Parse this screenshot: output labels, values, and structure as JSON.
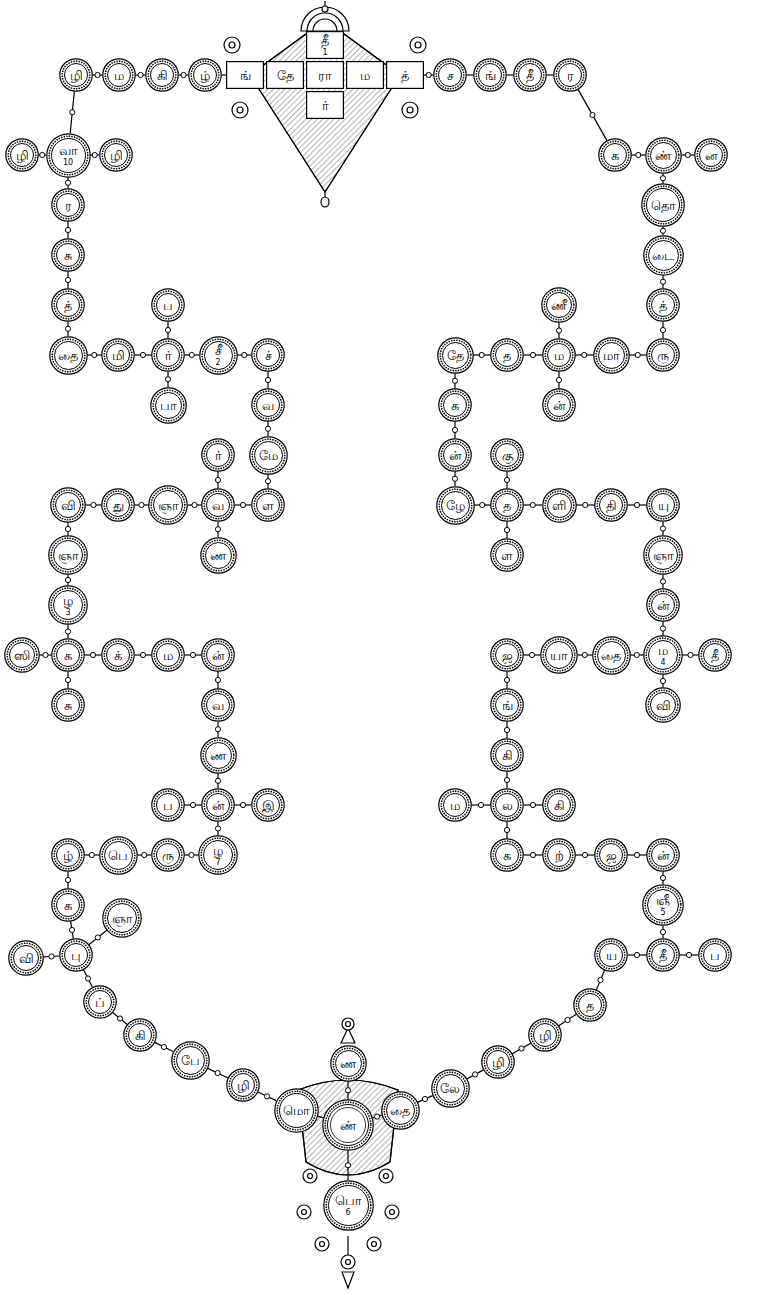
{
  "diagram": {
    "nodes": [
      {
        "text": [
          "ழி"
        ]
      },
      {
        "text": [
          "ம"
        ]
      },
      {
        "text": [
          "கி"
        ]
      },
      {
        "text": [
          "ழ்"
        ]
      },
      {
        "text": [
          "தீ",
          "1"
        ]
      },
      {
        "text": [
          "ங்"
        ]
      },
      {
        "text": [
          "தே"
        ]
      },
      {
        "text": [
          "ரா"
        ]
      },
      {
        "text": [
          "ம"
        ]
      },
      {
        "text": [
          "த்"
        ]
      },
      {
        "text": [
          "ர்"
        ]
      },
      {
        "text": [
          "ச"
        ]
      },
      {
        "text": [
          "ங்"
        ]
      },
      {
        "text": [
          "தீ"
        ]
      },
      {
        "text": [
          "ர"
        ]
      },
      {
        "text": [
          "ழி"
        ]
      },
      {
        "text": [
          "வா",
          "10"
        ]
      },
      {
        "text": [
          "ழி"
        ]
      },
      {
        "text": [
          "க"
        ]
      },
      {
        "text": [
          "ண்"
        ]
      },
      {
        "text": [
          "ன"
        ]
      },
      {
        "text": [
          "ர"
        ]
      },
      {
        "text": [
          "சு"
        ]
      },
      {
        "text": [
          "த்"
        ]
      },
      {
        "text": [
          "தொ"
        ]
      },
      {
        "text": [
          "டை"
        ]
      },
      {
        "text": [
          "த்"
        ]
      },
      {
        "text": [
          "ப"
        ]
      },
      {
        "text": [
          "ணீ"
        ]
      },
      {
        "text": [
          "தை"
        ]
      },
      {
        "text": [
          "மி"
        ]
      },
      {
        "text": [
          "ர்"
        ]
      },
      {
        "text": [
          "சீ",
          "2"
        ]
      },
      {
        "text": [
          "ச்"
        ]
      },
      {
        "text": [
          "தே"
        ]
      },
      {
        "text": [
          "த"
        ]
      },
      {
        "text": [
          "ம"
        ]
      },
      {
        "text": [
          "மா"
        ]
      },
      {
        "text": [
          "ரு"
        ]
      },
      {
        "text": [
          "பா"
        ]
      },
      {
        "text": [
          "வ"
        ]
      },
      {
        "text": [
          "க"
        ]
      },
      {
        "text": [
          "ன்"
        ]
      },
      {
        "text": [
          "ர்"
        ]
      },
      {
        "text": [
          "மே"
        ]
      },
      {
        "text": [
          "ன்"
        ]
      },
      {
        "text": [
          "கு"
        ]
      },
      {
        "text": [
          "வி"
        ]
      },
      {
        "text": [
          "து"
        ]
      },
      {
        "text": [
          "ஞா"
        ]
      },
      {
        "text": [
          "வ"
        ]
      },
      {
        "text": [
          "ள"
        ]
      },
      {
        "text": [
          "ழே"
        ]
      },
      {
        "text": [
          "த"
        ]
      },
      {
        "text": [
          "ளி"
        ]
      },
      {
        "text": [
          "தி"
        ]
      },
      {
        "text": [
          "யு"
        ]
      },
      {
        "text": [
          "ஞா"
        ]
      },
      {
        "text": [
          "ண"
        ]
      },
      {
        "text": [
          "ள"
        ]
      },
      {
        "text": [
          "ஞா"
        ]
      },
      {
        "text": [
          "ழ",
          "3"
        ]
      },
      {
        "text": [
          "ன்"
        ]
      },
      {
        "text": [
          "ஸி"
        ]
      },
      {
        "text": [
          "க"
        ]
      },
      {
        "text": [
          "க்"
        ]
      },
      {
        "text": [
          "ம"
        ]
      },
      {
        "text": [
          "ன்"
        ]
      },
      {
        "text": [
          "ஜ"
        ]
      },
      {
        "text": [
          "யா"
        ]
      },
      {
        "text": [
          "தை"
        ]
      },
      {
        "text": [
          "ம",
          "4"
        ]
      },
      {
        "text": [
          "தீ"
        ]
      },
      {
        "text": [
          "சு"
        ]
      },
      {
        "text": [
          "வ"
        ]
      },
      {
        "text": [
          "ங்"
        ]
      },
      {
        "text": [
          "வி"
        ]
      },
      {
        "text": [
          "ண"
        ]
      },
      {
        "text": [
          "கி"
        ]
      },
      {
        "text": [
          "ப"
        ]
      },
      {
        "text": [
          "ன்"
        ]
      },
      {
        "text": [
          "இ"
        ]
      },
      {
        "text": [
          "ம"
        ]
      },
      {
        "text": [
          "ல"
        ]
      },
      {
        "text": [
          "கி"
        ]
      },
      {
        "text": [
          "ழ்"
        ]
      },
      {
        "text": [
          "பெ"
        ]
      },
      {
        "text": [
          "ரு"
        ]
      },
      {
        "text": [
          "ழ",
          "7"
        ]
      },
      {
        "text": [
          "க"
        ]
      },
      {
        "text": [
          "ற்"
        ]
      },
      {
        "text": [
          "ஜ"
        ]
      },
      {
        "text": [
          "ன்"
        ]
      },
      {
        "text": [
          "க"
        ]
      },
      {
        "text": [
          "ஞா"
        ]
      },
      {
        "text": [
          "ஞீ",
          "5"
        ]
      },
      {
        "text": [
          "வி"
        ]
      },
      {
        "text": [
          "பு"
        ]
      },
      {
        "text": [
          "ய"
        ]
      },
      {
        "text": [
          "தீ"
        ]
      },
      {
        "text": [
          "ப"
        ]
      },
      {
        "text": [
          "ப்"
        ]
      },
      {
        "text": [
          "த"
        ]
      },
      {
        "text": [
          "கி"
        ]
      },
      {
        "text": [
          "ழி"
        ]
      },
      {
        "text": [
          "ண"
        ]
      },
      {
        "text": [
          "பே"
        ]
      },
      {
        "text": [
          "ழி"
        ]
      },
      {
        "text": [
          "ழி"
        ]
      },
      {
        "text": [
          "லே"
        ]
      },
      {
        "text": [
          "மொ"
        ]
      },
      {
        "text": [
          "ண்"
        ]
      },
      {
        "text": [
          "தை"
        ]
      },
      {
        "text": [
          "பொ",
          "6"
        ]
      }
    ],
    "edges": [
      {
        "from": 0,
        "to": 1,
        "arrow": "none"
      },
      {
        "from": 1,
        "to": 2,
        "arrow": "none"
      },
      {
        "from": 2,
        "to": 3,
        "arrow": "none"
      },
      {
        "from": 3,
        "to": 5,
        "arrow": "none"
      },
      {
        "from": 9,
        "to": 11,
        "arrow": "none"
      },
      {
        "from": 11,
        "to": 12,
        "arrow": "none"
      },
      {
        "from": 12,
        "to": 13,
        "arrow": "none"
      },
      {
        "from": 13,
        "to": 14,
        "arrow": "none"
      },
      {
        "from": 14,
        "to": 18,
        "arrow": "none"
      },
      {
        "from": 18,
        "to": 19,
        "arrow": "none"
      },
      {
        "from": 19,
        "to": 20,
        "arrow": "none"
      },
      {
        "from": 19,
        "to": 24,
        "arrow": "none"
      },
      {
        "from": 24,
        "to": 25,
        "arrow": "none"
      },
      {
        "from": 25,
        "to": 26,
        "arrow": "none"
      },
      {
        "from": 26,
        "to": 38,
        "arrow": "none"
      },
      {
        "from": 0,
        "to": 16,
        "arrow": "none"
      },
      {
        "from": 15,
        "to": 16,
        "arrow": "none"
      },
      {
        "from": 16,
        "to": 17,
        "arrow": "none"
      },
      {
        "from": 16,
        "to": 21,
        "arrow": "none"
      },
      {
        "from": 21,
        "to": 22,
        "arrow": "none"
      },
      {
        "from": 22,
        "to": 23,
        "arrow": "none"
      },
      {
        "from": 23,
        "to": 29,
        "arrow": "none"
      },
      {
        "from": 29,
        "to": 30,
        "arrow": "none"
      },
      {
        "from": 30,
        "to": 31,
        "arrow": "none"
      },
      {
        "from": 31,
        "to": 32,
        "arrow": "none"
      },
      {
        "from": 32,
        "to": 33,
        "arrow": "none"
      },
      {
        "from": 27,
        "to": 31,
        "arrow": "none"
      },
      {
        "from": 31,
        "to": 39,
        "arrow": "none"
      },
      {
        "from": 33,
        "to": 40,
        "arrow": "none"
      },
      {
        "from": 40,
        "to": 44,
        "arrow": "none"
      },
      {
        "from": 44,
        "to": 51,
        "arrow": "none"
      },
      {
        "from": 43,
        "to": 50,
        "arrow": "none"
      },
      {
        "from": 50,
        "to": 51,
        "arrow": "none"
      },
      {
        "from": 47,
        "to": 48,
        "arrow": "none"
      },
      {
        "from": 48,
        "to": 49,
        "arrow": "none"
      },
      {
        "from": 49,
        "to": 50,
        "arrow": "none"
      },
      {
        "from": 50,
        "to": 58,
        "arrow": "none"
      },
      {
        "from": 47,
        "to": 57,
        "arrow": "none"
      },
      {
        "from": 57,
        "to": 61,
        "arrow": "none"
      },
      {
        "from": 61,
        "to": 64,
        "arrow": "none"
      },
      {
        "from": 63,
        "to": 64,
        "arrow": "none"
      },
      {
        "from": 64,
        "to": 65,
        "arrow": "none"
      },
      {
        "from": 65,
        "to": 66,
        "arrow": "none"
      },
      {
        "from": 66,
        "to": 67,
        "arrow": "none"
      },
      {
        "from": 64,
        "to": 73,
        "arrow": "none"
      },
      {
        "from": 67,
        "to": 74,
        "arrow": "none"
      },
      {
        "from": 74,
        "to": 77,
        "arrow": "none"
      },
      {
        "from": 77,
        "to": 80,
        "arrow": "none"
      },
      {
        "from": 79,
        "to": 80,
        "arrow": "none"
      },
      {
        "from": 80,
        "to": 81,
        "arrow": "none"
      },
      {
        "from": 80,
        "to": 88,
        "arrow": "none"
      },
      {
        "from": 85,
        "to": 86,
        "arrow": "none"
      },
      {
        "from": 86,
        "to": 87,
        "arrow": "none"
      },
      {
        "from": 87,
        "to": 88,
        "arrow": "none"
      },
      {
        "from": 85,
        "to": 93,
        "arrow": "none"
      },
      {
        "from": 93,
        "to": 97,
        "arrow": "none"
      },
      {
        "from": 96,
        "to": 97,
        "arrow": "none"
      },
      {
        "from": 94,
        "to": 97,
        "arrow": "none"
      },
      {
        "from": 97,
        "to": 101,
        "arrow": "none"
      },
      {
        "from": 101,
        "to": 103,
        "arrow": "none"
      },
      {
        "from": 103,
        "to": 106,
        "arrow": "none"
      },
      {
        "from": 106,
        "to": 108,
        "arrow": "none"
      },
      {
        "from": 108,
        "to": 110,
        "arrow": "none"
      },
      {
        "from": 110,
        "to": 111,
        "arrow": "none"
      },
      {
        "from": 105,
        "to": 111,
        "arrow": "none"
      },
      {
        "from": 111,
        "to": 113,
        "arrow": "none"
      },
      {
        "from": 111,
        "to": 112,
        "arrow": "none"
      },
      {
        "from": 112,
        "to": 109,
        "arrow": "none"
      },
      {
        "from": 109,
        "to": 107,
        "arrow": "none"
      },
      {
        "from": 107,
        "to": 104,
        "arrow": "none"
      },
      {
        "from": 104,
        "to": 102,
        "arrow": "none"
      },
      {
        "from": 102,
        "to": 98,
        "arrow": "none"
      },
      {
        "from": 98,
        "to": 99,
        "arrow": "none"
      },
      {
        "from": 99,
        "to": 100,
        "arrow": "none"
      },
      {
        "from": 95,
        "to": 99,
        "arrow": "none"
      },
      {
        "from": 92,
        "to": 95,
        "arrow": "none"
      },
      {
        "from": 91,
        "to": 92,
        "arrow": "none"
      },
      {
        "from": 90,
        "to": 91,
        "arrow": "none"
      },
      {
        "from": 89,
        "to": 90,
        "arrow": "none"
      },
      {
        "from": 83,
        "to": 89,
        "arrow": "none"
      },
      {
        "from": 82,
        "to": 83,
        "arrow": "none"
      },
      {
        "from": 83,
        "to": 84,
        "arrow": "none"
      },
      {
        "from": 78,
        "to": 83,
        "arrow": "none"
      },
      {
        "from": 75,
        "to": 78,
        "arrow": "none"
      },
      {
        "from": 68,
        "to": 75,
        "arrow": "none"
      },
      {
        "from": 68,
        "to": 69,
        "arrow": "none"
      },
      {
        "from": 69,
        "to": 70,
        "arrow": "none"
      },
      {
        "from": 70,
        "to": 71,
        "arrow": "none"
      },
      {
        "from": 71,
        "to": 72,
        "arrow": "none"
      },
      {
        "from": 71,
        "to": 76,
        "arrow": "none"
      },
      {
        "from": 62,
        "to": 71,
        "arrow": "none"
      },
      {
        "from": 60,
        "to": 62,
        "arrow": "none"
      },
      {
        "from": 56,
        "to": 60,
        "arrow": "none"
      },
      {
        "from": 55,
        "to": 56,
        "arrow": "none"
      },
      {
        "from": 54,
        "to": 55,
        "arrow": "none"
      },
      {
        "from": 53,
        "to": 54,
        "arrow": "none"
      },
      {
        "from": 52,
        "to": 53,
        "arrow": "none"
      },
      {
        "from": 46,
        "to": 53,
        "arrow": "none"
      },
      {
        "from": 53,
        "to": 59,
        "arrow": "none"
      },
      {
        "from": 45,
        "to": 52,
        "arrow": "none"
      },
      {
        "from": 41,
        "to": 45,
        "arrow": "none"
      },
      {
        "from": 34,
        "to": 41,
        "arrow": "none"
      },
      {
        "from": 34,
        "to": 35,
        "arrow": "none"
      },
      {
        "from": 35,
        "to": 36,
        "arrow": "none"
      },
      {
        "from": 36,
        "to": 37,
        "arrow": "none"
      },
      {
        "from": 37,
        "to": 38,
        "arrow": "none"
      },
      {
        "from": 28,
        "to": 36,
        "arrow": "none"
      },
      {
        "from": 36,
        "to": 42,
        "arrow": "none"
      }
    ]
  }
}
